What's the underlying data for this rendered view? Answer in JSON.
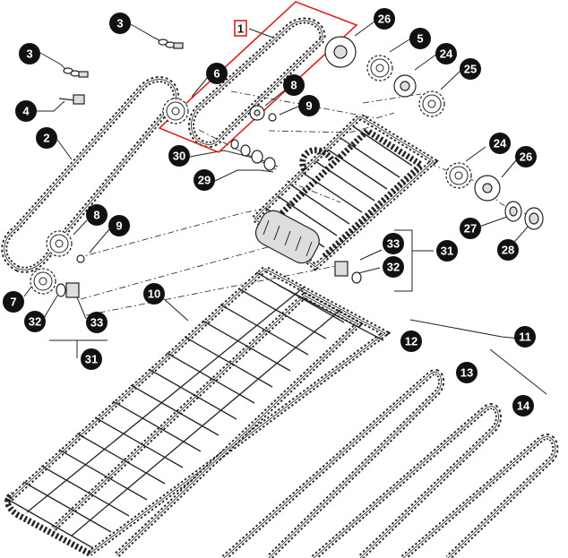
{
  "highlight": {
    "color": "#e02020"
  },
  "callouts": {
    "c1": {
      "label": "1"
    },
    "c2": {
      "label": "2"
    },
    "c3a": {
      "label": "3"
    },
    "c3b": {
      "label": "3"
    },
    "c4": {
      "label": "4"
    },
    "c5": {
      "label": "5"
    },
    "c6": {
      "label": "6"
    },
    "c7": {
      "label": "7"
    },
    "c8a": {
      "label": "8"
    },
    "c8b": {
      "label": "8"
    },
    "c9a": {
      "label": "9"
    },
    "c9b": {
      "label": "9"
    },
    "c10": {
      "label": "10"
    },
    "c11": {
      "label": "11"
    },
    "c12": {
      "label": "12"
    },
    "c13": {
      "label": "13"
    },
    "c14": {
      "label": "14"
    },
    "c24a": {
      "label": "24"
    },
    "c24b": {
      "label": "24"
    },
    "c25": {
      "label": "25"
    },
    "c26a": {
      "label": "26"
    },
    "c26b": {
      "label": "26"
    },
    "c27": {
      "label": "27"
    },
    "c28": {
      "label": "28"
    },
    "c29": {
      "label": "29"
    },
    "c30": {
      "label": "30"
    },
    "c31a": {
      "label": "31"
    },
    "c31b": {
      "label": "31"
    },
    "c32a": {
      "label": "32"
    },
    "c32b": {
      "label": "32"
    },
    "c33a": {
      "label": "33"
    },
    "c33b": {
      "label": "33"
    }
  }
}
